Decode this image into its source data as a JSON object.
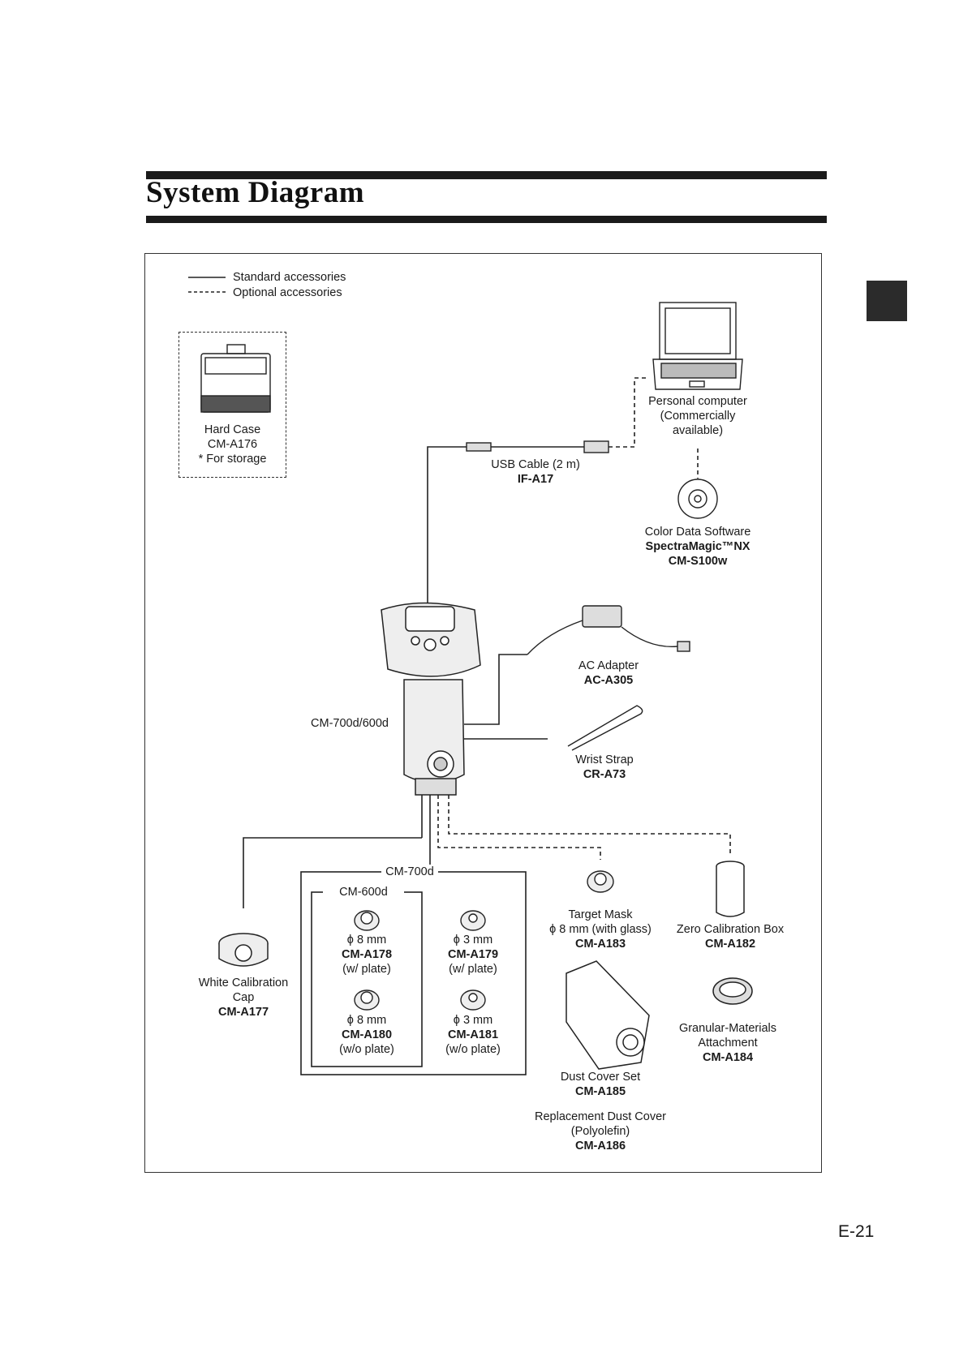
{
  "page": {
    "title": "System Diagram",
    "page_number": "E-21"
  },
  "legend": {
    "standard": "Standard accessories",
    "optional": "Optional accessories"
  },
  "items": {
    "hard_case": {
      "name": "Hard Case",
      "code": "CM-A176",
      "note": "* For storage"
    },
    "pc": {
      "line1": "Personal computer",
      "line2": "(Commercially",
      "line3": "available)"
    },
    "usb": {
      "name": "USB Cable (2 m)",
      "code": "IF-A17"
    },
    "software": {
      "name": "Color Data Software",
      "product": "SpectraMagic™NX",
      "code": "CM-S100w"
    },
    "ac": {
      "name": "AC Adapter",
      "code": "AC-A305"
    },
    "device": {
      "name": "CM-700d/600d"
    },
    "strap": {
      "name": "Wrist Strap",
      "code": "CR-A73"
    },
    "white_cal": {
      "line1": "White Calibration",
      "line2": "Cap",
      "code": "CM-A177"
    },
    "group": {
      "outer": "CM-700d",
      "inner": "CM-600d"
    },
    "mask_a178": {
      "size": "ϕ 8 mm",
      "code": "CM-A178",
      "note": "(w/ plate)"
    },
    "mask_a179": {
      "size": "ϕ 3 mm",
      "code": "CM-A179",
      "note": "(w/ plate)"
    },
    "mask_a180": {
      "size": "ϕ 8 mm",
      "code": "CM-A180",
      "note": "(w/o plate)"
    },
    "mask_a181": {
      "size": "ϕ 3 mm",
      "code": "CM-A181",
      "note": "(w/o plate)"
    },
    "target_mask": {
      "name": "Target Mask",
      "size": "ϕ 8 mm (with glass)",
      "code": "CM-A183"
    },
    "zero_cal": {
      "name": "Zero Calibration Box",
      "code": "CM-A182"
    },
    "dust_cover": {
      "name": "Dust Cover Set",
      "code": "CM-A185"
    },
    "granular": {
      "line1": "Granular-Materials",
      "line2": "Attachment",
      "code": "CM-A184"
    },
    "replacement": {
      "line1": "Replacement Dust Cover",
      "line2": "(Polyolefin)",
      "code": "CM-A186"
    }
  },
  "colors": {
    "ink": "#1a1a1a",
    "bar": "#1b1b1b"
  }
}
